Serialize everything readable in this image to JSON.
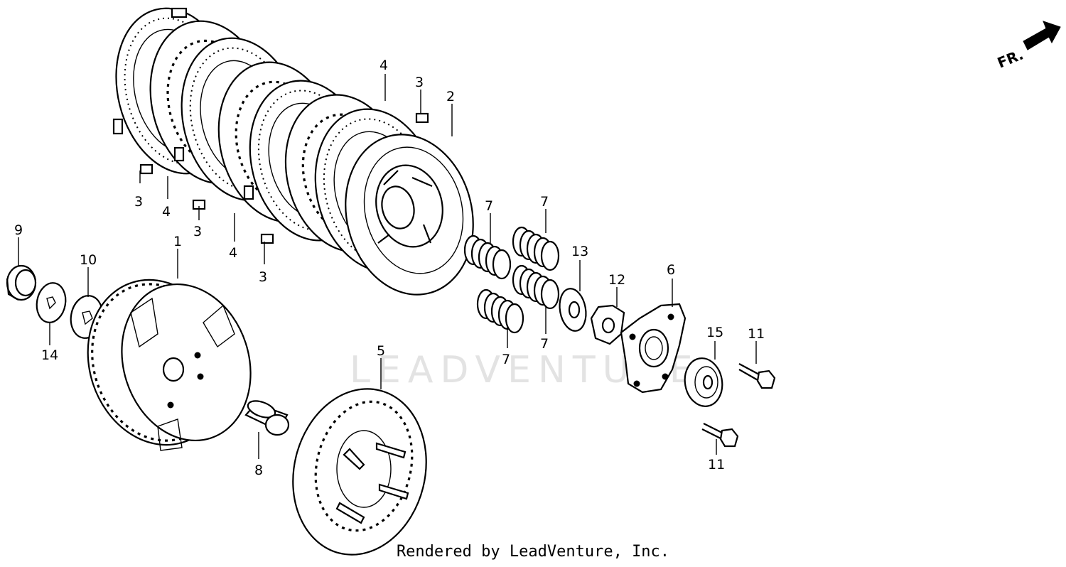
{
  "watermark": "LEADVENTURE",
  "credit": "Rendered by LeadVenture, Inc.",
  "front_indicator": "FR.",
  "callouts": [
    {
      "id": "c1",
      "label": "1"
    },
    {
      "id": "c2",
      "label": "2"
    },
    {
      "id": "c3a",
      "label": "3"
    },
    {
      "id": "c3b",
      "label": "3"
    },
    {
      "id": "c3c",
      "label": "3"
    },
    {
      "id": "c3d",
      "label": "3"
    },
    {
      "id": "c4a",
      "label": "4"
    },
    {
      "id": "c4b",
      "label": "4"
    },
    {
      "id": "c4c",
      "label": "4"
    },
    {
      "id": "c5",
      "label": "5"
    },
    {
      "id": "c6",
      "label": "6"
    },
    {
      "id": "c7a",
      "label": "7"
    },
    {
      "id": "c7b",
      "label": "7"
    },
    {
      "id": "c7c",
      "label": "7"
    },
    {
      "id": "c7d",
      "label": "7"
    },
    {
      "id": "c8",
      "label": "8"
    },
    {
      "id": "c9",
      "label": "9"
    },
    {
      "id": "c10",
      "label": "10"
    },
    {
      "id": "c11a",
      "label": "11"
    },
    {
      "id": "c11b",
      "label": "11"
    },
    {
      "id": "c12",
      "label": "12"
    },
    {
      "id": "c13",
      "label": "13"
    },
    {
      "id": "c14",
      "label": "14"
    },
    {
      "id": "c15",
      "label": "15"
    }
  ]
}
